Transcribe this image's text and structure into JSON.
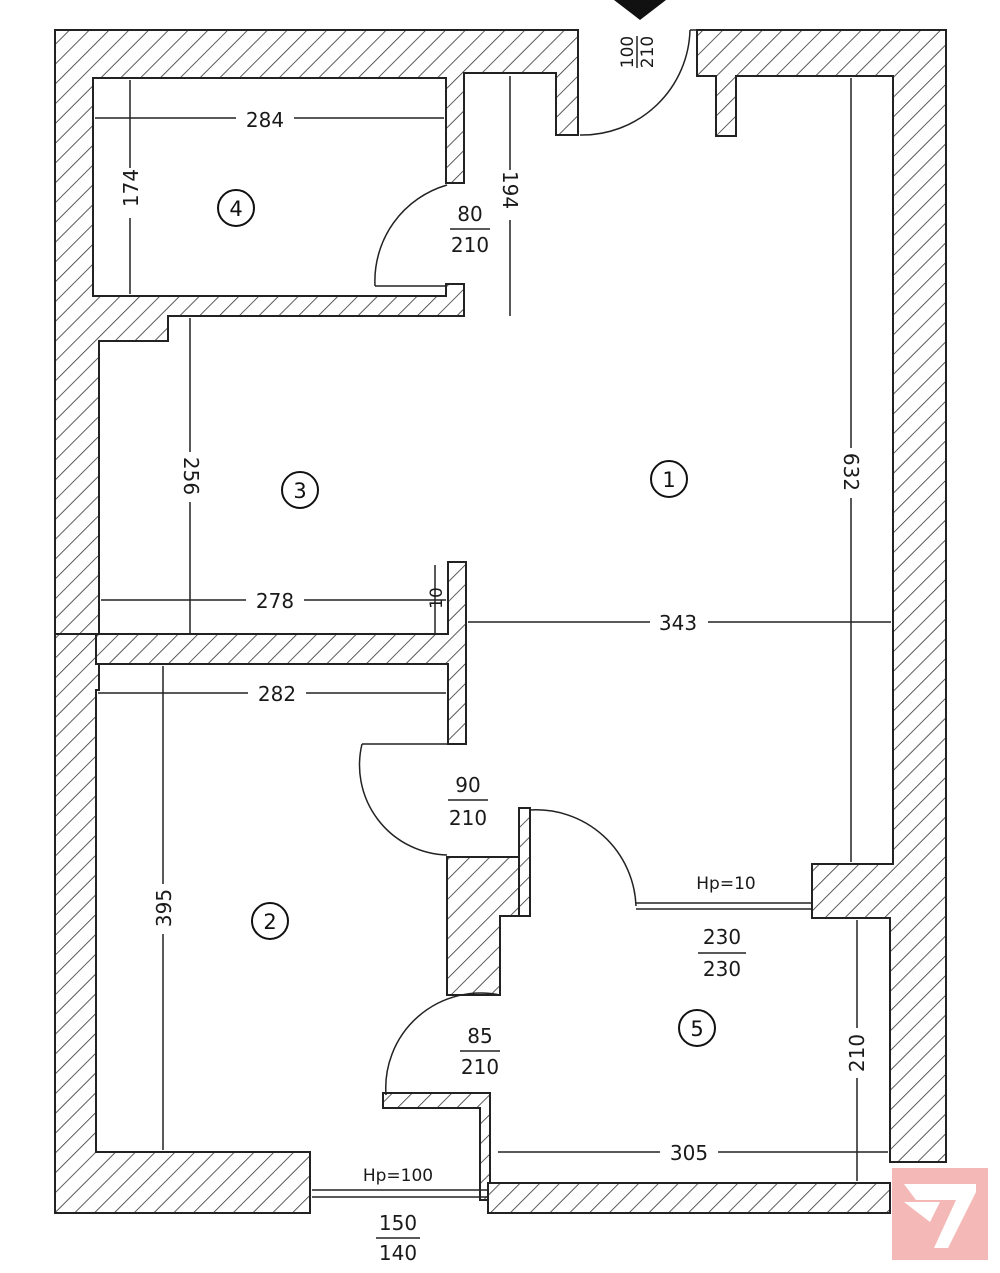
{
  "plan": {
    "rooms": [
      {
        "number": "1"
      },
      {
        "number": "2"
      },
      {
        "number": "3"
      },
      {
        "number": "4"
      },
      {
        "number": "5"
      }
    ],
    "dimensions": {
      "d284": "284",
      "d174": "174",
      "d194": "194",
      "d256": "256",
      "d278": "278",
      "d343": "343",
      "d632": "632",
      "d282": "282",
      "d395": "395",
      "d305": "305",
      "d210": "210",
      "d10": "10"
    },
    "doors": {
      "entrance": {
        "width": "100",
        "height": "210"
      },
      "room4": {
        "width": "80",
        "height": "210"
      },
      "room2": {
        "width": "90",
        "height": "210"
      },
      "room5": {
        "width": "85",
        "height": "210"
      },
      "opening": {
        "width": "230",
        "height": "230",
        "note": "Hp=10"
      }
    },
    "windows": {
      "bottom": {
        "width": "150",
        "height": "140",
        "note": "Hp=100"
      }
    }
  }
}
